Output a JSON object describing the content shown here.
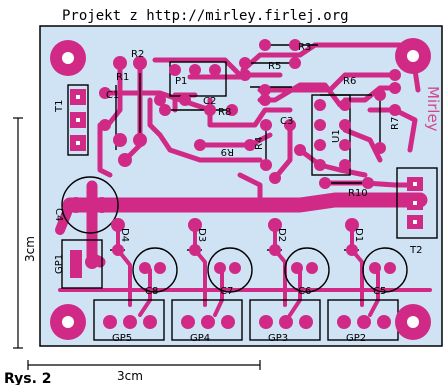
{
  "header": {
    "title": "Projekt z http://mirley.firlej.org"
  },
  "caption": {
    "figure": "Rys. 2",
    "width": "3cm"
  },
  "dimensions": {
    "vertical": "3cm",
    "horizontal": "3cm"
  },
  "board": {
    "mirror_text": "Mirley"
  },
  "components": {
    "r1": "R1",
    "r2": "R2",
    "r3": "R3",
    "r4": "R4",
    "r5": "R5",
    "r6": "R6",
    "r7": "R7",
    "r8": "R8",
    "r9": "R9",
    "r10": "R10",
    "c1": "C1",
    "c2": "C2",
    "c3": "C3",
    "c4": "C4",
    "c5": "C5",
    "c6": "C6",
    "c7": "C7",
    "c8": "C8",
    "p1": "P1",
    "u1": "U1",
    "t1": "T1",
    "t2": "T2",
    "gp1": "GP1",
    "d1": "D1",
    "d2": "D2",
    "d3": "D3",
    "d4": "D4",
    "gp2": "GP2",
    "gp3": "GP3",
    "gp4": "GP4",
    "gp5": "GP5"
  },
  "colors": {
    "board": "#cfe3f4",
    "copper": "#d02a86",
    "outline": "#000000"
  }
}
